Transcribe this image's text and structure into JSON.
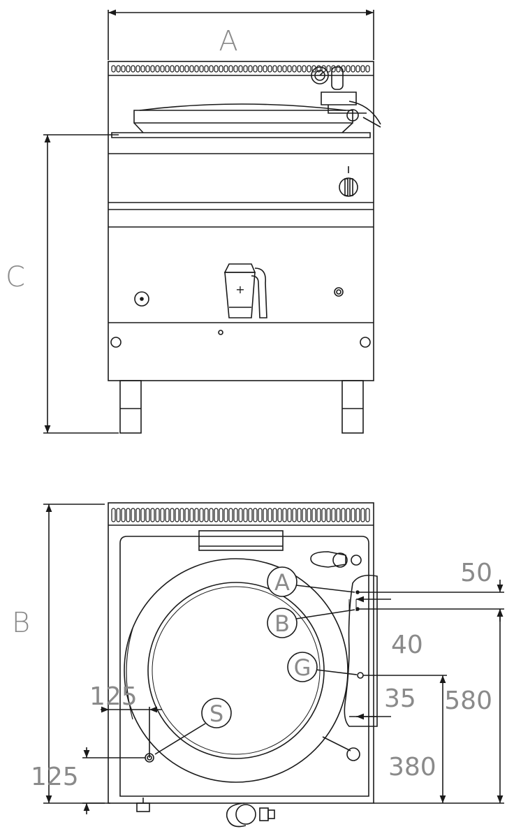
{
  "front_view": {
    "width_label": "A",
    "height_label": "C",
    "valve_symbol": "+"
  },
  "top_view": {
    "depth_label": "B",
    "connection_labels": {
      "a": "A",
      "b": "B",
      "g": "G",
      "s": "S"
    },
    "dimensions": {
      "d50": "50",
      "d40": "40",
      "d35": "35",
      "d580": "580",
      "d380": "380",
      "d125_top": "125",
      "d125_left": "125"
    }
  },
  "colors": {
    "line": "#1a1a1a",
    "label": "#8a8a8a"
  }
}
